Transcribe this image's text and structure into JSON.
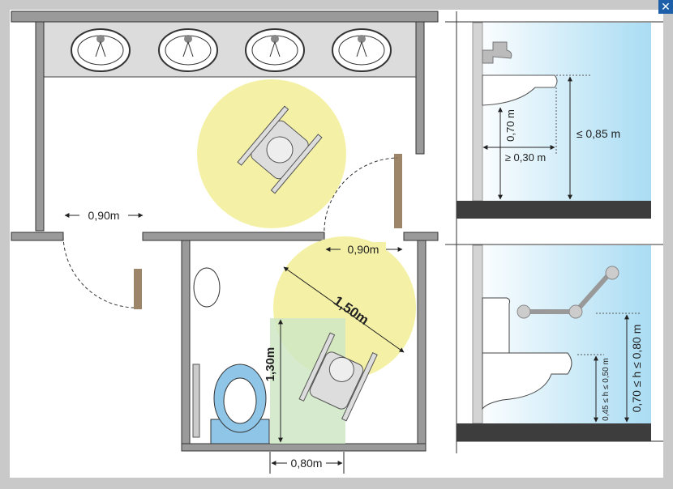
{
  "close_button": {
    "icon": "close-icon",
    "glyph": "✕"
  },
  "plan": {
    "door_width_left": "0,90m",
    "door_width_right": "0,90m",
    "turning_circle": "1,50m",
    "wheelchair_zone_length": "1,30m",
    "wheelchair_zone_width": "0,80m"
  },
  "sink_elevation": {
    "knee_height": "0,70 m",
    "knee_depth": "≥ 0,30 m",
    "max_height": "≤ 0,85 m"
  },
  "toilet_elevation": {
    "seat_height": "0,45 ≤ h ≤ 0,50 m",
    "grab_bar_height": "0,70 ≤ h ≤ 0,80 m"
  },
  "colors": {
    "circle": "#f4f1a6",
    "zone": "#cfe8c4",
    "wall": "#8a8a8a",
    "floor": "#3d3d3d",
    "door": "#9c8568",
    "tile_blue": "#a9dcf3",
    "close": "#1d5fa8"
  }
}
